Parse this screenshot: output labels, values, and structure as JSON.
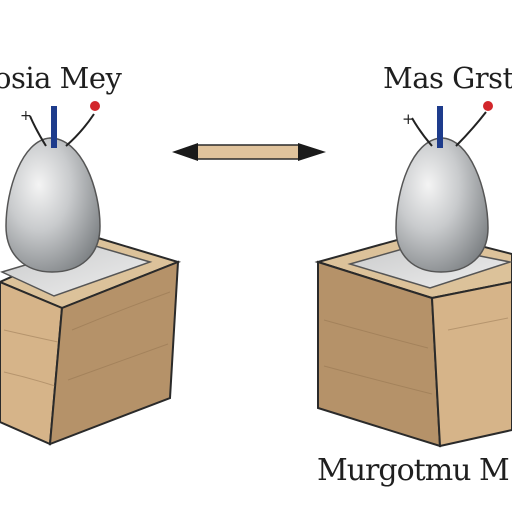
{
  "labels": {
    "top_left": "osia Mey",
    "top_right": "Mas Grstr",
    "bottom_right": "Murgotmu M"
  },
  "colors": {
    "wood_top": "#dcc29a",
    "wood_front": "#d6b489",
    "wood_side": "#b59269",
    "plate": "#d9dadb",
    "egg_light": "#eeeeee",
    "egg_dark": "#8e9194",
    "wire_blue": "#1e3c8c",
    "terminal_red": "#d2262b",
    "arrow_shaft": "#e0c39c",
    "outline": "#2a2a2a"
  }
}
